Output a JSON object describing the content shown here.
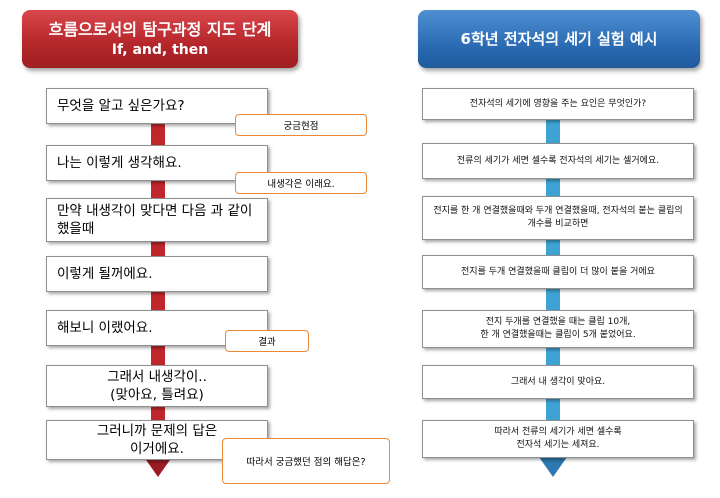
{
  "left": {
    "title": "흐름으로서의 탐구과정 지도 단계",
    "subtitle": "If, and, then",
    "steps": [
      "무엇을 알고 싶은가요?",
      "나는 이렇게 생각해요.",
      "만약 내생각이 맞다면 다음 과 같이 했을때",
      "이렇게 될꺼에요.",
      "해보니 이랬어요.",
      "그래서 내생각이..\n(맞아요, 틀려요)",
      "그러니까 문제의 답은\n이거에요."
    ],
    "notes": [
      "궁금현점",
      "내생각은 이래요.",
      "결과",
      "따라서 궁금했던 점의 해답은?"
    ]
  },
  "right": {
    "title": "6학년 전자석의 세기 실험 예시",
    "steps": [
      "전자석의 세기에 영향을 주는 요인은 무엇인가?",
      "전류의 세기가 세면 셀수록 전자석의 세기는 셀거에요.",
      "전지를 한 개 연결했을때와 두개 연결했을때, 전자석의 붙는 클립의 개수를 비교하면",
      "전지를 두개 연결했을때 클립이 더 많이 붙을 거에요",
      "전지 두개를 연결했을 때는 클립 10개,\n한 개 연결했을때는 클립이 5개 붙었어요.",
      "그래서 내 생각이 맞아요.",
      "따라서 전류의 세기가 세면 셀수록\n전자석 세기는 세져요."
    ]
  },
  "colors": {
    "left_header": "#b4262a",
    "left_spine": "#c0272d",
    "right_header": "#2c6cb4",
    "right_spine": "#3ea3d4",
    "note_border": "#e88a3a"
  }
}
